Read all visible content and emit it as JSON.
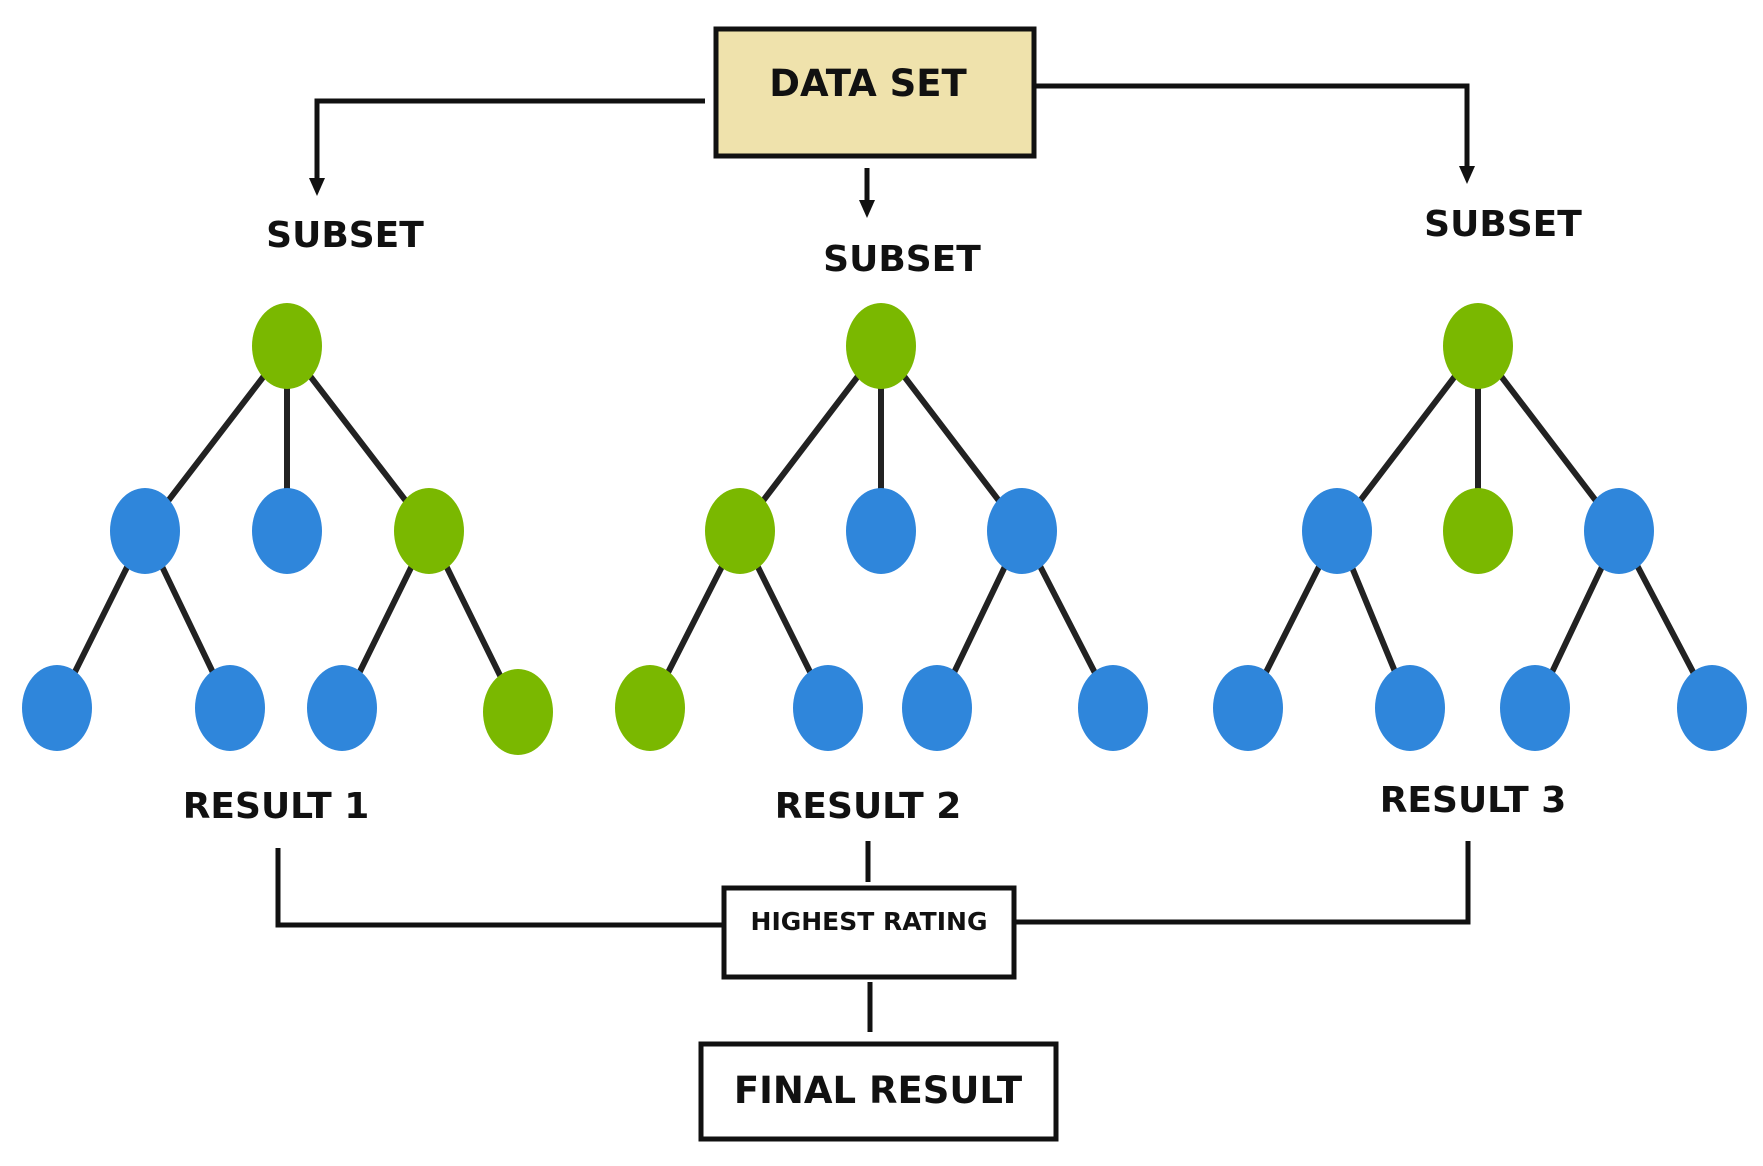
{
  "colors": {
    "node_green": "#7ab800",
    "node_blue": "#2f86db",
    "dataset_fill": "#efe2ac",
    "edge": "#222222"
  },
  "dataset": {
    "label": "DATA SET"
  },
  "subsets": [
    {
      "label": "SUBSET",
      "result": "RESULT 1",
      "nodes": {
        "root": "green",
        "level2": [
          "blue",
          "blue",
          "green"
        ],
        "level3": [
          "blue",
          "blue",
          "blue",
          "green"
        ]
      }
    },
    {
      "label": "SUBSET",
      "result": "RESULT 2",
      "nodes": {
        "root": "green",
        "level2": [
          "green",
          "blue",
          "blue"
        ],
        "level3": [
          "green",
          "blue",
          "blue",
          "blue"
        ]
      }
    },
    {
      "label": "SUBSET",
      "result": "RESULT 3",
      "nodes": {
        "root": "green",
        "level2": [
          "blue",
          "green",
          "blue"
        ],
        "level3": [
          "blue",
          "blue",
          "blue",
          "blue"
        ]
      }
    }
  ],
  "aggregator": {
    "label": "HIGHEST RATING"
  },
  "final": {
    "label": "FINAL RESULT"
  }
}
